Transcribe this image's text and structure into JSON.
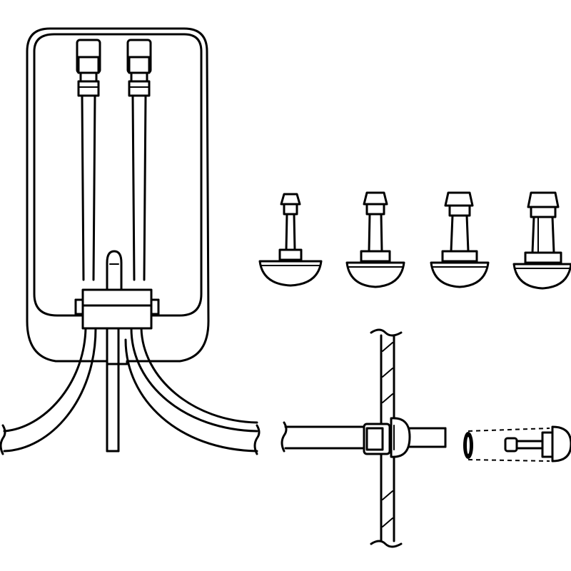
{
  "colors": {
    "ink": "#000000",
    "paper": "#ffffff"
  },
  "figure": {
    "title": "",
    "parts": [
      {
        "id": "reservoir",
        "icon": "reservoir-housing-icon"
      },
      {
        "id": "nozzles",
        "icon": "nozzle-variant-icon",
        "count": 4
      },
      {
        "id": "grommet",
        "icon": "panel-grommet-icon"
      },
      {
        "id": "hose",
        "icon": "hose-line-icon"
      }
    ]
  }
}
